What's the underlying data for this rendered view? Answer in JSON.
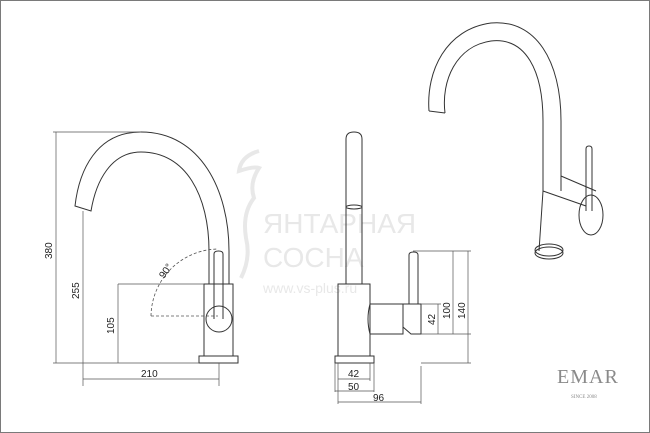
{
  "front_view": {
    "dims": {
      "total_height": "380",
      "spout_height": "255",
      "lever_height": "105",
      "reach": "210",
      "lever_angle": "90°"
    }
  },
  "side_view": {
    "dims": {
      "handle_dia": "42",
      "handle_axis_height": "100",
      "lever_top_height": "140",
      "body_dia": "42",
      "base_dia": "50",
      "depth": "96"
    }
  },
  "watermark": {
    "line1": "ЯНТАРНАЯ",
    "line2": "СОСНА",
    "url": "www.vs-plus.ru"
  },
  "brand": {
    "name": "EMAR",
    "tagline": "SINCE 2008"
  }
}
